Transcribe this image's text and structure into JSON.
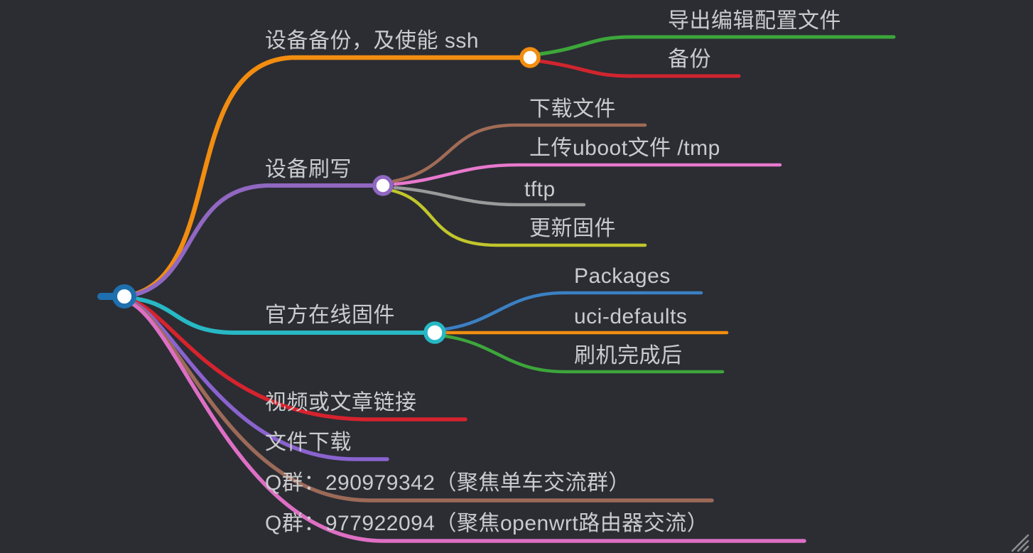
{
  "canvas": {
    "background": "#2b2d33",
    "text_color": "#c9cbcd",
    "node_fill": "#ffffff",
    "resize_grip_color": "#8b8d90"
  },
  "root": {
    "color": "#1e6fae"
  },
  "branches": [
    {
      "label": "设备备份，及使能 ssh",
      "color": "#f28d10",
      "children": [
        {
          "label": "导出编辑配置文件",
          "color": "#3da63a"
        },
        {
          "label": "备份",
          "color": "#d0252e"
        }
      ]
    },
    {
      "label": "设备刷写",
      "color": "#9067c1",
      "children": [
        {
          "label": "下载文件",
          "color": "#a16b55"
        },
        {
          "label": "上传uboot文件 /tmp",
          "color": "#e878cd"
        },
        {
          "label": "tftp",
          "color": "#9a9a9a"
        },
        {
          "label": "更新固件",
          "color": "#c1c62b"
        }
      ]
    },
    {
      "label": "官方在线固件",
      "color": "#27b8c4",
      "children": [
        {
          "label": "Packages",
          "color": "#3c80c3"
        },
        {
          "label": "uci-defaults",
          "color": "#f28d10"
        },
        {
          "label": "刷机完成后",
          "color": "#3da63a"
        }
      ]
    },
    {
      "label": "视频或文章链接",
      "color": "#d6232e",
      "children": []
    },
    {
      "label": "文件下载",
      "color": "#8a63cf",
      "children": []
    },
    {
      "label": "Q群：290979342（聚焦单车交流群）",
      "color": "#9c6a58",
      "children": []
    },
    {
      "label": "Q群：977922094（聚焦openwrt路由器交流）",
      "color": "#de6fc4",
      "children": []
    }
  ]
}
